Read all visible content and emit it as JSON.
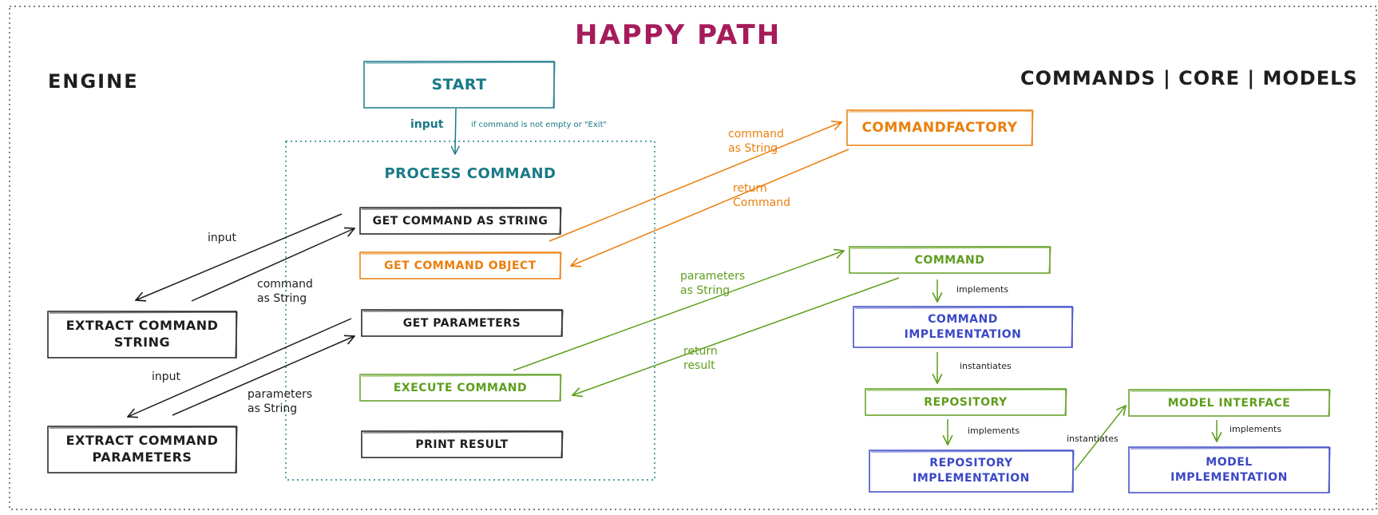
{
  "title": "HAPPY PATH",
  "section_left": "ENGINE",
  "section_right": "COMMANDS | CORE | MODELS",
  "colors": {
    "teal": "#197a87",
    "orange": "#ea7f0d",
    "green": "#5e9e1e",
    "blue": "#3b48c6",
    "black": "#1e1e1e",
    "title": "#a51c5b"
  },
  "nodes": {
    "start": "START",
    "process_command": "PROCESS COMMAND",
    "get_command_as_string": "GET COMMAND AS STRING",
    "get_command_object": "GET COMMAND OBJECT",
    "get_parameters": "GET PARAMETERS",
    "execute_command": "EXECUTE COMMAND",
    "print_result": "PRINT RESULT",
    "extract_command_string": "EXTRACT COMMAND\nSTRING",
    "extract_command_parameters": "EXTRACT COMMAND\nPARAMETERS",
    "command_factory": "COMMANDFACTORY",
    "command": "COMMAND",
    "command_implementation": "COMMAND\nIMPLEMENTATION",
    "repository": "REPOSITORY",
    "repository_implementation": "REPOSITORY\nIMPLEMENTATION",
    "model_interface": "MODEL INTERFACE",
    "model_implementation": "MODEL\nIMPLEMENTATION"
  },
  "edge_labels": {
    "start_input": "input",
    "start_condition": "if command is not empty or \"Exit\"",
    "input_1": "input",
    "command_as_string_left": "command\nas String",
    "input_2": "input",
    "parameters_as_string_left": "parameters\nas String",
    "command_as_string_factory": "command\nas String",
    "return_command": "return\nCommand",
    "parameters_as_string_right": "parameters\nas String",
    "return_result": "return\nresult",
    "implements_1": "implements",
    "instantiates_1": "instantiates",
    "implements_2": "implements",
    "instantiates_2": "instantiates",
    "implements_3": "implements"
  }
}
